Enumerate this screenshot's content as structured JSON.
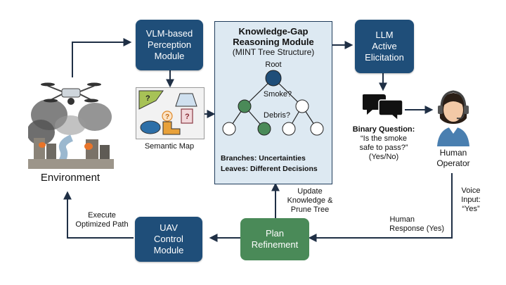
{
  "environment": {
    "label": "Environment"
  },
  "perception": {
    "line1": "VLM-based",
    "line2": "Perception",
    "line3": "Module"
  },
  "semantic_map": {
    "label": "Semantic Map",
    "q1": "?",
    "q2": "?",
    "q3": "?"
  },
  "reasoning": {
    "title1": "Knowledge-Gap",
    "title2": "Reasoning Module",
    "subtitle": "(MINT Tree Structure)",
    "root_label": "Root",
    "smoke_label": "Smoke?",
    "debris_label": "Debris?",
    "branches": "Branches: Uncertainties",
    "leaves": "Leaves: Different Decisions"
  },
  "llm": {
    "line1": "LLM",
    "line2": "Active",
    "line3": "Elicitation"
  },
  "question": {
    "title": "Binary Question:",
    "line1": "“Is the smoke",
    "line2": "safe to pass?”",
    "line3": "(Yes/No)"
  },
  "operator": {
    "line1": "Human",
    "line2": "Operator"
  },
  "voice": {
    "line1": "Voice",
    "line2": "Input:",
    "line3": "“Yes”"
  },
  "response": {
    "line1": "Human",
    "line2": "Response (Yes)"
  },
  "plan": {
    "line1": "Plan",
    "line2": "Refinement"
  },
  "update": {
    "line1": "Update",
    "line2": "Knowledge &",
    "line3": "Prune Tree"
  },
  "uav": {
    "line1": "UAV",
    "line2": "Control",
    "line3": "Module"
  },
  "execute": {
    "line1": "Execute",
    "line2": "Optimized Path"
  },
  "colors": {
    "navy": "#1f4e79",
    "green": "#4a8a58",
    "panel": "#dde9f2",
    "node_green": "#4a8a58",
    "root": "#1f4e79"
  }
}
